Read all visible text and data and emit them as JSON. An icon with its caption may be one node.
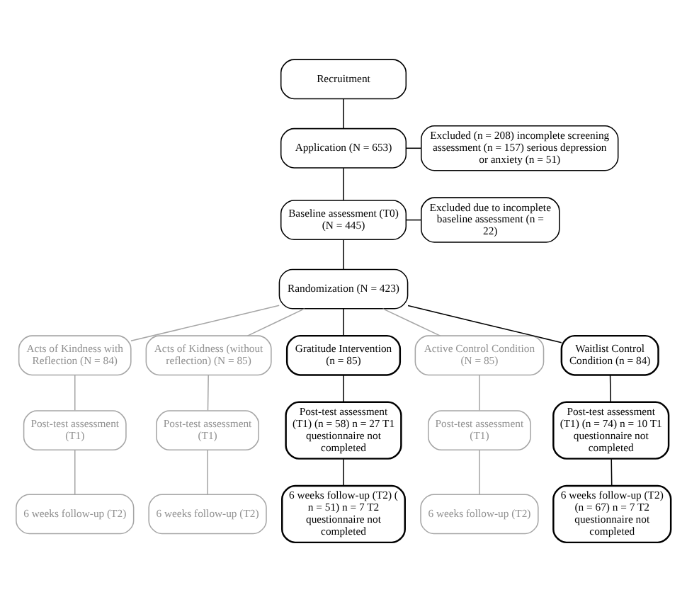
{
  "diagram": {
    "nodes": [
      {
        "text": [
          "Recruitment"
        ]
      },
      {
        "text": [
          "Application (N = 653)"
        ]
      },
      {
        "text": [
          "Excluded (n = 208) incomplete screening assessment (n = 157) serious depression or anxiety (n = 51)"
        ]
      },
      {
        "text": [
          "Baseline assessment (T0) (N = 445)"
        ]
      },
      {
        "text": [
          "Excluded due to incomplete baseline assessment (n = 22)"
        ]
      },
      {
        "text": [
          "Randomization (N = 423)"
        ]
      },
      {
        "text": [
          "Acts of Kindness with Reflection (N = 84)"
        ]
      },
      {
        "text": [
          "Acts of Kidness (without reflection) (N = 85)"
        ]
      },
      {
        "text": [
          "Gratitude Intervention (n = 85)"
        ]
      },
      {
        "text": [
          "Active Control Condition (N = 85)"
        ]
      },
      {
        "text": [
          "Waitlist Control Condition (n = 84)"
        ]
      },
      {
        "text": [
          "Post-test assessment (T1)"
        ]
      },
      {
        "text": [
          "Post-test assessment (T1)"
        ]
      },
      {
        "text": [
          "Post-test assessment (T1) (n = 58) n = 27 T1 questionnaire not completed"
        ]
      },
      {
        "text": [
          "Post-test assessment (T1)"
        ]
      },
      {
        "text": [
          "Post-test assessment (T1) (n = 74) n = 10 T1 questionnaire not completed"
        ]
      },
      {
        "text": [
          "6 weeks follow-up (T2)"
        ]
      },
      {
        "text": [
          "6 weeks follow-up (T2)"
        ]
      },
      {
        "text": [
          "6 weeks follow-up (T2) ( n = 51) n = 7 T2 questionnaire not completed"
        ]
      },
      {
        "text": [
          "6 weeks follow-up (T2)"
        ]
      },
      {
        "text": [
          "6 weeks follow-up (T2) (n = 67) n = 7 T2 questionnaire not completed"
        ]
      }
    ],
    "edges": [
      {
        "from": 0,
        "to": 1,
        "arrow": "none"
      },
      {
        "from": 1,
        "to": 2,
        "arrow": "none"
      },
      {
        "from": 1,
        "to": 3,
        "arrow": "none"
      },
      {
        "from": 3,
        "to": 4,
        "arrow": "none"
      },
      {
        "from": 3,
        "to": 5,
        "arrow": "none"
      },
      {
        "from": 5,
        "to": 6,
        "arrow": "none",
        "color": "#a6a6a6"
      },
      {
        "from": 5,
        "to": 7,
        "arrow": "none",
        "color": "#a6a6a6"
      },
      {
        "from": 5,
        "to": 8,
        "arrow": "none"
      },
      {
        "from": 5,
        "to": 9,
        "arrow": "none",
        "color": "#a6a6a6"
      },
      {
        "from": 5,
        "to": 10,
        "arrow": "none"
      },
      {
        "from": 6,
        "to": 11,
        "arrow": "none",
        "color": "#a6a6a6"
      },
      {
        "from": 7,
        "to": 12,
        "arrow": "none",
        "color": "#a6a6a6"
      },
      {
        "from": 8,
        "to": 13,
        "arrow": "none"
      },
      {
        "from": 9,
        "to": 14,
        "arrow": "none",
        "color": "#a6a6a6"
      },
      {
        "from": 10,
        "to": 15,
        "arrow": "none"
      },
      {
        "from": 11,
        "to": 16,
        "arrow": "none",
        "color": "#a6a6a6"
      },
      {
        "from": 12,
        "to": 17,
        "arrow": "none",
        "color": "#a6a6a6"
      },
      {
        "from": 13,
        "to": 18,
        "arrow": "none"
      },
      {
        "from": 14,
        "to": 19,
        "arrow": "none",
        "color": "#a6a6a6"
      },
      {
        "from": 15,
        "to": 20,
        "arrow": "none"
      }
    ]
  }
}
